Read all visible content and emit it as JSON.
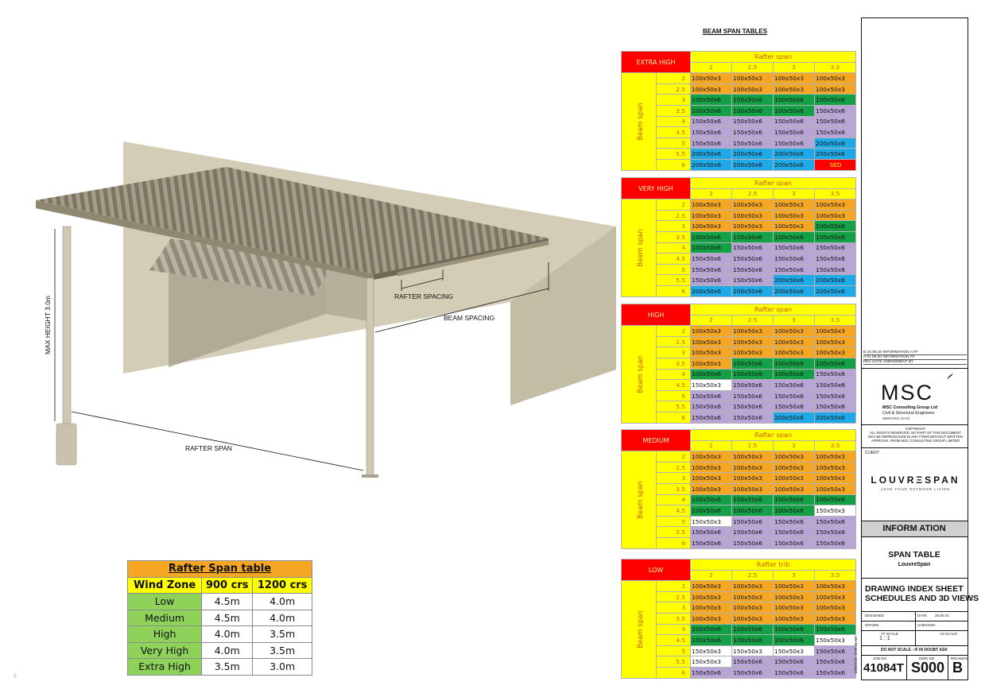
{
  "illustration": {
    "labels": {
      "rafter_spacing": "RAFTER SPACING",
      "beam_spacing": "BEAM SPACING",
      "rafter_span": "RAFTER SPAN",
      "max_height": "MAX HEIGHT 3.0m"
    }
  },
  "rafter_span_table": {
    "title": "Rafter Span table",
    "headers": [
      "Wind Zone",
      "900 crs",
      "1200 crs"
    ],
    "rows": [
      [
        "Low",
        "4.5m",
        "4.0m"
      ],
      [
        "Medium",
        "4.5m",
        "4.0m"
      ],
      [
        "High",
        "4.0m",
        "3.5m"
      ],
      [
        "Very High",
        "4.0m",
        "3.5m"
      ],
      [
        "Extra High",
        "3.5m",
        "3.0m"
      ]
    ]
  },
  "beam_span_tables": {
    "title": "BEAM SPAN TABLES",
    "beam_label": "Beam span",
    "spans": [
      "2",
      "2.5",
      "3",
      "3.5"
    ],
    "beams": [
      "2",
      "2.5",
      "3",
      "3.5",
      "4",
      "4.5",
      "5",
      "5.5",
      "6"
    ],
    "colors": {
      "orange": "#f5a623",
      "green": "#14a047",
      "purple": "#b9a4d6",
      "blue": "#1fa9e6",
      "grey": "#d9d9d9",
      "red": "#ff0000",
      "yellow": "#ffff00"
    },
    "tables": [
      {
        "zone": "EXTRA HIGH",
        "header": "Rafter span",
        "rows": [
          [
            "100x50x3",
            "100x50x3",
            "100x50x3",
            "100x50x3"
          ],
          [
            "100x50x3",
            "100x50x3",
            "100x50x3",
            "100x50x3"
          ],
          [
            "100x50x6",
            "100x50x6",
            "100x50x6",
            "100x50x6"
          ],
          [
            "100x50x6",
            "100x50x6",
            "100x50x6",
            "150x50x6"
          ],
          [
            "150x50x6",
            "150x50x6",
            "150x50x6",
            "150x50x6"
          ],
          [
            "150x50x6",
            "150x50x6",
            "150x50x6",
            "150x50x6"
          ],
          [
            "150x50x6",
            "150x50x6",
            "150x50x6",
            "200x50x6"
          ],
          [
            "200x50x6",
            "200x50x6",
            "200x50x6",
            "200x50x6"
          ],
          [
            "200x50x6",
            "200x50x6",
            "200x50x6",
            "SED"
          ]
        ],
        "cls": [
          [
            "o",
            "o",
            "o",
            "o"
          ],
          [
            "o",
            "o",
            "o",
            "o"
          ],
          [
            "g",
            "g",
            "g",
            "g"
          ],
          [
            "g",
            "g",
            "g",
            "p"
          ],
          [
            "p",
            "p",
            "p",
            "p"
          ],
          [
            "p",
            "p",
            "p",
            "p"
          ],
          [
            "p",
            "p",
            "p",
            "b"
          ],
          [
            "b",
            "b",
            "b",
            "b"
          ],
          [
            "b",
            "b",
            "b",
            "r"
          ]
        ]
      },
      {
        "zone": "VERY HIGH",
        "header": "Rafter span",
        "rows": [
          [
            "100x50x3",
            "100x50x3",
            "100x50x3",
            "100x50x3"
          ],
          [
            "100x50x3",
            "100x50x3",
            "100x50x3",
            "100x50x3"
          ],
          [
            "100x50x3",
            "100x50x3",
            "100x50x3",
            "100x50x6"
          ],
          [
            "100x50x6",
            "100x50x6",
            "100x50x6",
            "100x50x6"
          ],
          [
            "100x50x6",
            "150x50x6",
            "150x50x6",
            "150x50x6"
          ],
          [
            "150x50x6",
            "150x50x6",
            "150x50x6",
            "150x50x6"
          ],
          [
            "150x50x6",
            "150x50x6",
            "150x50x6",
            "150x50x6"
          ],
          [
            "150x50x6",
            "150x50x6",
            "200x50x6",
            "200x50x6"
          ],
          [
            "200x50x6",
            "200x50x6",
            "200x50x6",
            "200x50x6"
          ]
        ],
        "cls": [
          [
            "o",
            "o",
            "o",
            "o"
          ],
          [
            "o",
            "o",
            "o",
            "o"
          ],
          [
            "o",
            "o",
            "o",
            "g"
          ],
          [
            "g",
            "g",
            "g",
            "g"
          ],
          [
            "g",
            "p",
            "p",
            "p"
          ],
          [
            "p",
            "p",
            "p",
            "p"
          ],
          [
            "p",
            "p",
            "p",
            "p"
          ],
          [
            "p",
            "p",
            "b",
            "b"
          ],
          [
            "b",
            "b",
            "b",
            "b"
          ]
        ]
      },
      {
        "zone": "HIGH",
        "header": "Rafter span",
        "rows": [
          [
            "100x50x3",
            "100x50x3",
            "100x50x3",
            "100x50x3"
          ],
          [
            "100x50x3",
            "100x50x3",
            "100x50x3",
            "100x50x3"
          ],
          [
            "100x50x3",
            "100x50x3",
            "100x50x3",
            "100x50x3"
          ],
          [
            "100x50x3",
            "100x50x6",
            "100x50x6",
            "100x50x6"
          ],
          [
            "100x50x6",
            "100x50x6",
            "100x50x6",
            "150x50x6"
          ],
          [
            "150x50x3",
            "150x50x6",
            "150x50x6",
            "150x50x6"
          ],
          [
            "150x50x6",
            "150x50x6",
            "150x50x6",
            "150x50x6"
          ],
          [
            "150x50x6",
            "150x50x6",
            "150x50x6",
            "150x50x6"
          ],
          [
            "150x50x6",
            "150x50x6",
            "200x50x6",
            "200x50x6"
          ]
        ],
        "cls": [
          [
            "o",
            "o",
            "o",
            "o"
          ],
          [
            "o",
            "o",
            "o",
            "o"
          ],
          [
            "o",
            "o",
            "o",
            "o"
          ],
          [
            "o",
            "g",
            "g",
            "g"
          ],
          [
            "g",
            "g",
            "g",
            "p"
          ],
          [
            "w",
            "p",
            "p",
            "p"
          ],
          [
            "p",
            "p",
            "p",
            "p"
          ],
          [
            "p",
            "p",
            "p",
            "p"
          ],
          [
            "p",
            "p",
            "b",
            "b"
          ]
        ]
      },
      {
        "zone": "MEDIUM",
        "header": "Rafter span",
        "rows": [
          [
            "100x50x3",
            "100x50x3",
            "100x50x3",
            "100x50x3"
          ],
          [
            "100x50x3",
            "100x50x3",
            "100x50x3",
            "100x50x3"
          ],
          [
            "100x50x3",
            "100x50x3",
            "100x50x3",
            "100x50x3"
          ],
          [
            "100x50x3",
            "100x50x3",
            "100x50x3",
            "100x50x3"
          ],
          [
            "100x50x6",
            "100x50x6",
            "100x50x6",
            "100x50x6"
          ],
          [
            "100x50x6",
            "100x50x6",
            "100x50x6",
            "150x50x3"
          ],
          [
            "150x50x3",
            "150x50x6",
            "150x50x6",
            "150x50x6"
          ],
          [
            "150x50x6",
            "150x50x6",
            "150x50x6",
            "150x50x6"
          ],
          [
            "150x50x6",
            "150x50x6",
            "150x50x6",
            "150x50x6"
          ]
        ],
        "cls": [
          [
            "o",
            "o",
            "o",
            "o"
          ],
          [
            "o",
            "o",
            "o",
            "o"
          ],
          [
            "o",
            "o",
            "o",
            "o"
          ],
          [
            "o",
            "o",
            "o",
            "o"
          ],
          [
            "g",
            "g",
            "g",
            "g"
          ],
          [
            "g",
            "g",
            "g",
            "w"
          ],
          [
            "w",
            "p",
            "p",
            "p"
          ],
          [
            "p",
            "p",
            "p",
            "p"
          ],
          [
            "p",
            "p",
            "p",
            "p"
          ]
        ]
      },
      {
        "zone": "LOW",
        "header": "Rafter trib",
        "rows": [
          [
            "100x50x3",
            "100x50x3",
            "100x50x3",
            "100x50x3"
          ],
          [
            "100x50x3",
            "100x50x3",
            "100x50x3",
            "100x50x3"
          ],
          [
            "100x50x3",
            "100x50x3",
            "100x50x3",
            "100x50x3"
          ],
          [
            "100x50x3",
            "100x50x3",
            "100x50x3",
            "100x50x3"
          ],
          [
            "100x50x6",
            "100x50x6",
            "100x50x6",
            "100x50x6"
          ],
          [
            "100x50x6",
            "100x50x6",
            "100x50x6",
            "150x50x3"
          ],
          [
            "150x50x3",
            "150x50x3",
            "150x50x3",
            "150x50x6"
          ],
          [
            "150x50x3",
            "150x50x6",
            "150x50x6",
            "150x50x6"
          ],
          [
            "150x50x6",
            "150x50x6",
            "150x50x6",
            "150x50x6"
          ]
        ],
        "cls": [
          [
            "o",
            "o",
            "o",
            "o"
          ],
          [
            "o",
            "o",
            "o",
            "o"
          ],
          [
            "o",
            "o",
            "o",
            "o"
          ],
          [
            "o",
            "o",
            "o",
            "o"
          ],
          [
            "g",
            "g",
            "g",
            "g"
          ],
          [
            "g",
            "g",
            "g",
            "w"
          ],
          [
            "w",
            "w",
            "w",
            "p"
          ],
          [
            "w",
            "p",
            "p",
            "p"
          ],
          [
            "p",
            "p",
            "p",
            "p"
          ]
        ]
      }
    ]
  },
  "title_block": {
    "revisions": [
      "B  16.06.20  INFORMATION A                                       FF",
      "A  01.06.20  INFORMATION                                          FF",
      "REV  DATE  AMENDMENT                                            BY"
    ],
    "company_logo": "MSC",
    "company_name": "MSC Consulting Group Ltd",
    "company_sub": "Civil & Structural Engineers",
    "company_url": "www.msc.co.nz",
    "copyright": "COPYRIGHT\nALL RIGHTS RESERVED. NO PART OF THIS DOCUMENT\nMAY BE REPRODUCED IN ANY FORM WITHOUT WRITTEN\nAPPROVAL FROM MSC CONSULTING GROUP LIMITED",
    "client_label": "CLIENT",
    "client_logo": "LOUVRΞSPAN",
    "client_tagline": "LOVE YOUR OUTDOOR LIVING",
    "status": "INFORM ATION",
    "sheet_title": "SPAN TABLE",
    "sheet_subtitle": "LouvreSpan",
    "drawing_title_1": "DRAWING INDEX SHEET",
    "drawing_title_2": "SCHEDULES AND 3D VIEWS",
    "designed_label": "DESIGNED",
    "date_label": "DATE",
    "date_value": "20.05.01",
    "checked_label": "CHECKED",
    "drawn_label": "DRAWN",
    "scale_label": "AT SCALE",
    "scale_value": "1 : 1",
    "a3_scale_label": "A3 SCALE",
    "do_not_scale": "DO NOT SCALE - IF IN DOUBT ASK",
    "job_label": "JOB NO",
    "job_no": "41084T",
    "dwg_label": "DWG NO",
    "dwg_no": "S000",
    "rev_label": "REVISION",
    "rev_no": "B",
    "plot_date": "16/06/2020 10:05:23 AM"
  }
}
